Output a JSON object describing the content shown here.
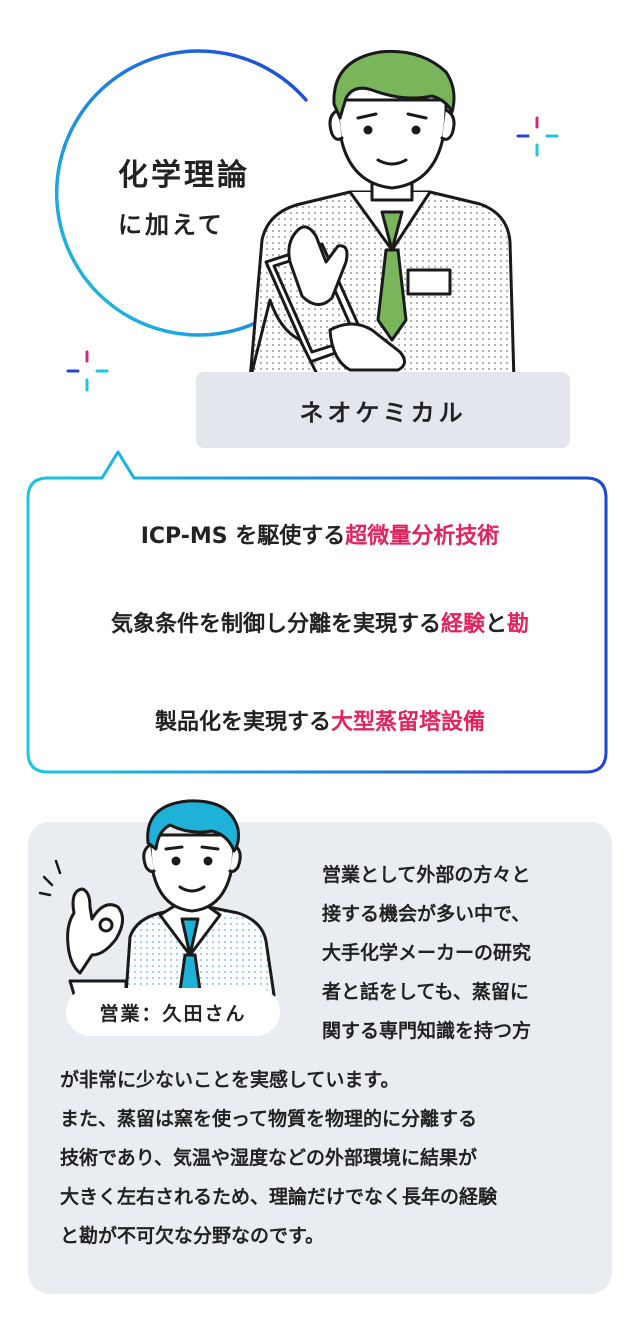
{
  "hero": {
    "title": "化学理論",
    "subtitle": "に加えて",
    "company": "ネオケミカル"
  },
  "points": [
    {
      "text": "ICP-MS を駆使する",
      "highlight": "超微量分析技術",
      "text2": "",
      "highlight2": ""
    },
    {
      "text": "気象条件を制御し分離を実現する",
      "highlight": "経験",
      "text2": "と",
      "highlight2": "勘"
    },
    {
      "text": "製品化を実現する",
      "highlight": "大型蒸留塔設備",
      "text2": "",
      "highlight2": ""
    }
  ],
  "interview": {
    "badge": "営業：久田さん",
    "lines_right": [
      "営業として外部の方々と",
      "接する機会が多い中で、",
      "大手化学メーカーの研究",
      "者と話をしても、蒸留に",
      "関する専門知識を持つ方"
    ],
    "lines_full": [
      "が非常に少ないことを実感しています。",
      "また、蒸留は窯を使って物質を物理的に分離する",
      "技術であり、気温や湿度などの外部環境に結果が",
      "大きく左右されるため、理論だけでなく長年の経験",
      "と勘が不可欠な分野なのです。"
    ]
  },
  "colors": {
    "accent_cyan": "#1cc7e3",
    "accent_blue": "#1f46d6",
    "highlight": "#e0245e",
    "hair_green": "#7ab55c",
    "hair_cyan": "#1fb2d8",
    "panel": "#e9ecf1"
  }
}
